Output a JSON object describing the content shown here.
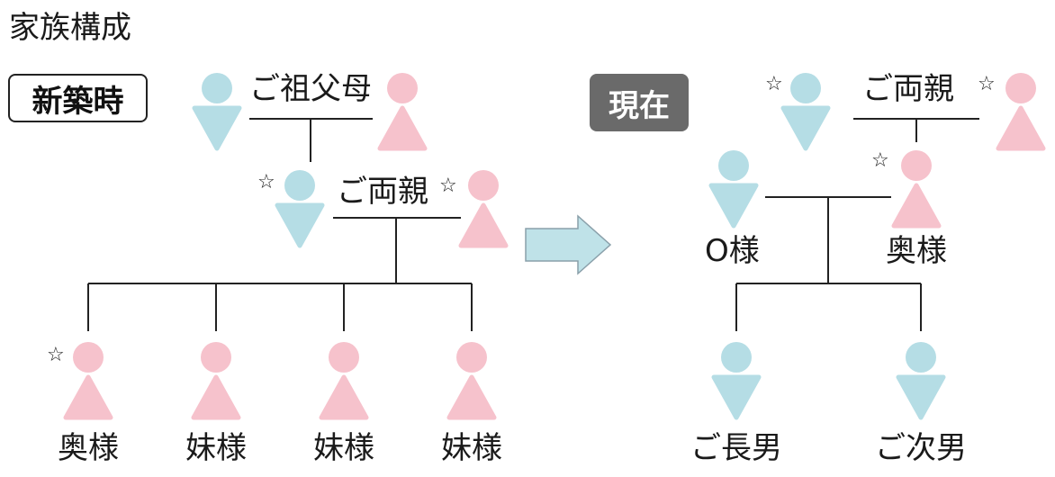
{
  "title": "家族構成",
  "colors": {
    "male": "#b5dde5",
    "female": "#f6c2cc",
    "arrow_fill": "#bfe2e8",
    "arrow_stroke": "#8aa0aa",
    "line": "#222222",
    "now_badge": "#6a6a6a"
  },
  "star": "☆",
  "before": {
    "badge": "新築時",
    "grandparents": {
      "label": "ご祖父母"
    },
    "parents": {
      "label": "ご両親"
    },
    "children": [
      {
        "label": "奥様",
        "gender": "female",
        "starred": true
      },
      {
        "label": "妹様",
        "gender": "female",
        "starred": false
      },
      {
        "label": "妹様",
        "gender": "female",
        "starred": false
      },
      {
        "label": "妹様",
        "gender": "female",
        "starred": false
      }
    ]
  },
  "after": {
    "badge": "現在",
    "parents": {
      "label": "ご両親"
    },
    "couple": {
      "husband": "O様",
      "wife": "奥様"
    },
    "children": [
      {
        "label": "ご長男",
        "gender": "male"
      },
      {
        "label": "ご次男",
        "gender": "male"
      }
    ]
  }
}
